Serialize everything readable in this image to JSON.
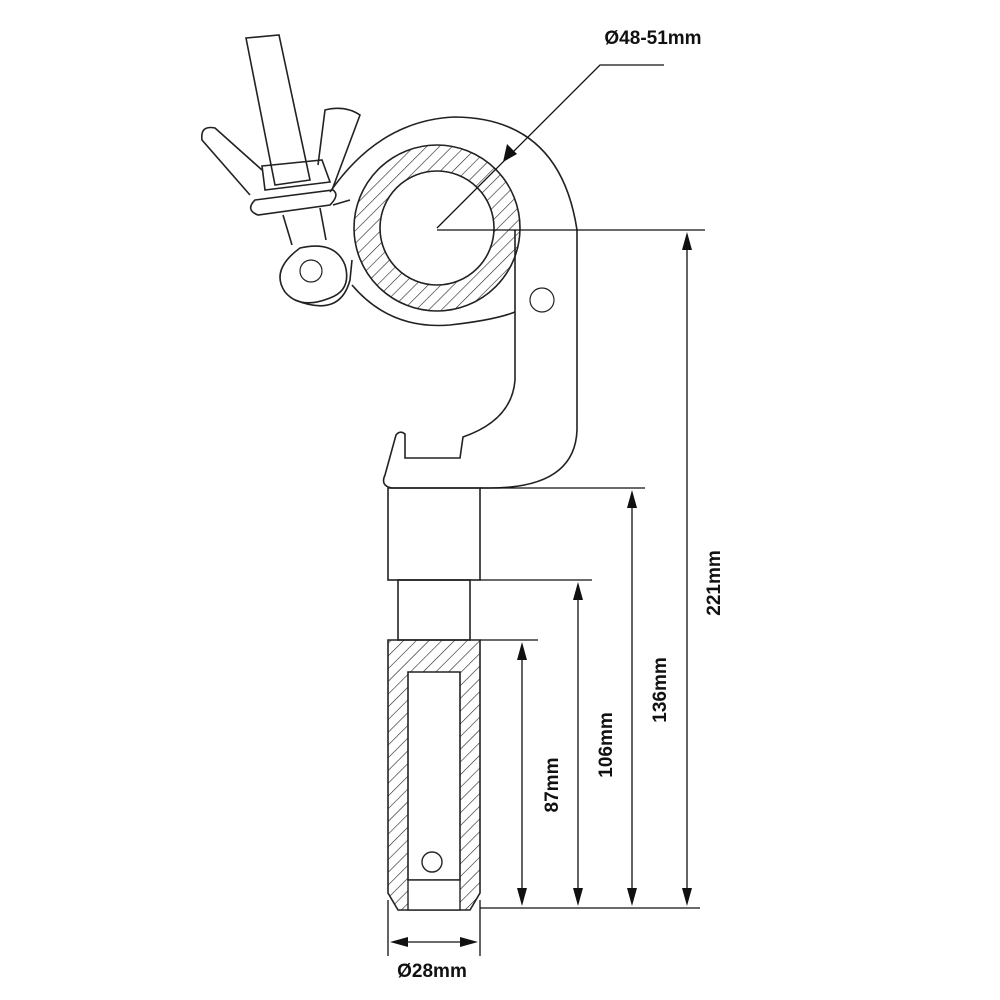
{
  "title": "Half coupler clamp with spigot — dimension drawing",
  "dimensions": {
    "tube_diameter": "Ø48-51mm",
    "overall_height": "221mm",
    "spigot_length_total": "136mm",
    "spigot_length_mid": "106mm",
    "spigot_length_hatched": "87mm",
    "spigot_diameter": "Ø28mm"
  }
}
